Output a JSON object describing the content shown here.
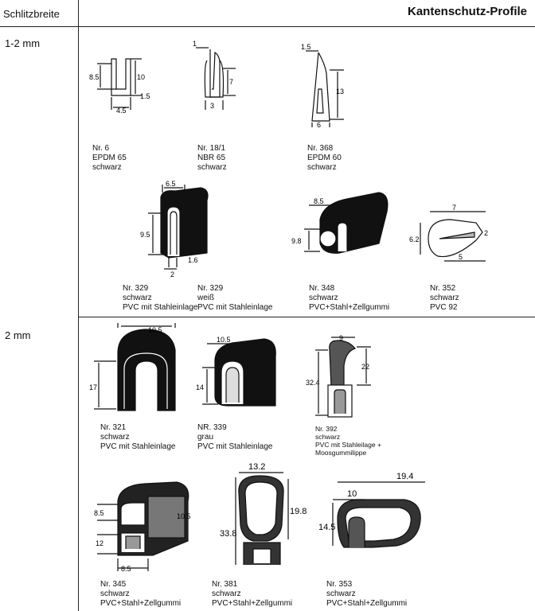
{
  "header": {
    "column_title": "Schlitzbreite",
    "title": "Kantenschutz-Profile"
  },
  "rows": [
    {
      "label": "1-2 mm"
    },
    {
      "label": "2 mm"
    }
  ],
  "profiles": [
    {
      "lines": [
        "Nr. 6",
        "EPDM 65",
        "schwarz"
      ],
      "dims": [
        "8.5",
        "10",
        "1.5",
        "4.5"
      ]
    },
    {
      "lines": [
        "Nr. 18/1",
        "NBR 65",
        "schwarz"
      ],
      "dims": [
        "1",
        "7",
        "3"
      ]
    },
    {
      "lines": [
        "Nr. 368",
        "EPDM 60",
        "schwarz"
      ],
      "dims": [
        "1.5",
        "13",
        "6"
      ]
    },
    {
      "lines": [
        "Nr. 329",
        "schwarz",
        "PVC mit Stahleinlage"
      ],
      "dims": [
        "6.5",
        "9.5",
        "1.6",
        "2"
      ]
    },
    {
      "lines": [
        "Nr. 329",
        "weiß",
        "PVC mit Stahleinlage"
      ]
    },
    {
      "lines": [
        "Nr. 348",
        "schwarz",
        "PVC+Stahl+Zellgummi"
      ],
      "dims": [
        "8.5",
        "9.8"
      ]
    },
    {
      "lines": [
        "Nr. 352",
        "schwarz",
        "PVC 92"
      ],
      "dims": [
        "7",
        "6.2",
        "2",
        "5"
      ]
    },
    {
      "lines": [
        "Nr. 321",
        "schwarz",
        "PVC mit Stahleinlage"
      ],
      "dims": [
        "10.5",
        "17"
      ]
    },
    {
      "lines": [
        "NR. 339",
        "grau",
        "PVC mit Stahleinlage"
      ],
      "dims": [
        "10.5",
        "14"
      ]
    },
    {
      "lines": [
        "Nr. 392",
        "schwarz",
        "PVC mit Stahleilage +",
        "Moosgummilippe"
      ],
      "dims": [
        "9",
        "22",
        "32.4"
      ]
    },
    {
      "lines": [
        "Nr. 345",
        "schwarz",
        "PVC+Stahl+Zellgummi"
      ],
      "dims": [
        "8.5",
        "10.5",
        "12",
        "8.5"
      ]
    },
    {
      "lines": [
        "Nr. 381",
        "schwarz",
        "PVC+Stahl+Zellgummi"
      ],
      "dims": [
        "13.2",
        "33.8",
        "19.8"
      ]
    },
    {
      "lines": [
        "Nr. 353",
        "schwarz",
        "PVC+Stahl+Zellgummi"
      ],
      "dims": [
        "19.4",
        "10",
        "14.5"
      ]
    }
  ]
}
